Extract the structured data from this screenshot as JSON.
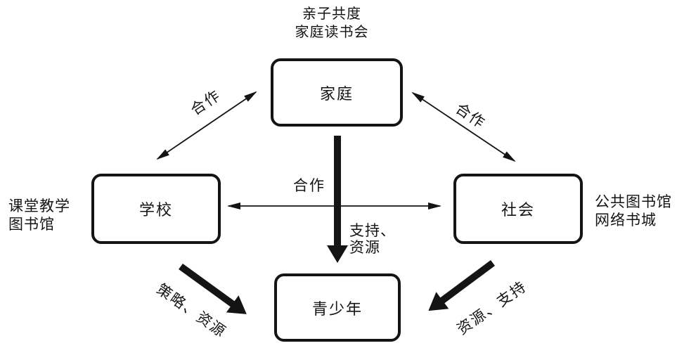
{
  "title": {
    "line1": "亲子共度",
    "line2": "家庭读书会"
  },
  "nodes": {
    "family": {
      "label": "家庭"
    },
    "school": {
      "label": "学校"
    },
    "society": {
      "label": "社会"
    },
    "youth": {
      "label": "青少年"
    }
  },
  "side_notes": {
    "school_note": {
      "line1": "课堂教学",
      "line2": "图书馆"
    },
    "society_note": {
      "line1": "公共图书馆",
      "line2": "网络书城"
    }
  },
  "edges": {
    "family_school": {
      "label": "合作"
    },
    "family_society": {
      "label": "合作"
    },
    "school_society": {
      "label": "合作"
    },
    "family_youth": {
      "line1": "支持、",
      "line2": "资源"
    },
    "school_youth": {
      "label": "策略、资源"
    },
    "society_youth": {
      "label": "资源、支持"
    }
  },
  "colors": {
    "ink": "#141414",
    "background": "#ffffff"
  }
}
